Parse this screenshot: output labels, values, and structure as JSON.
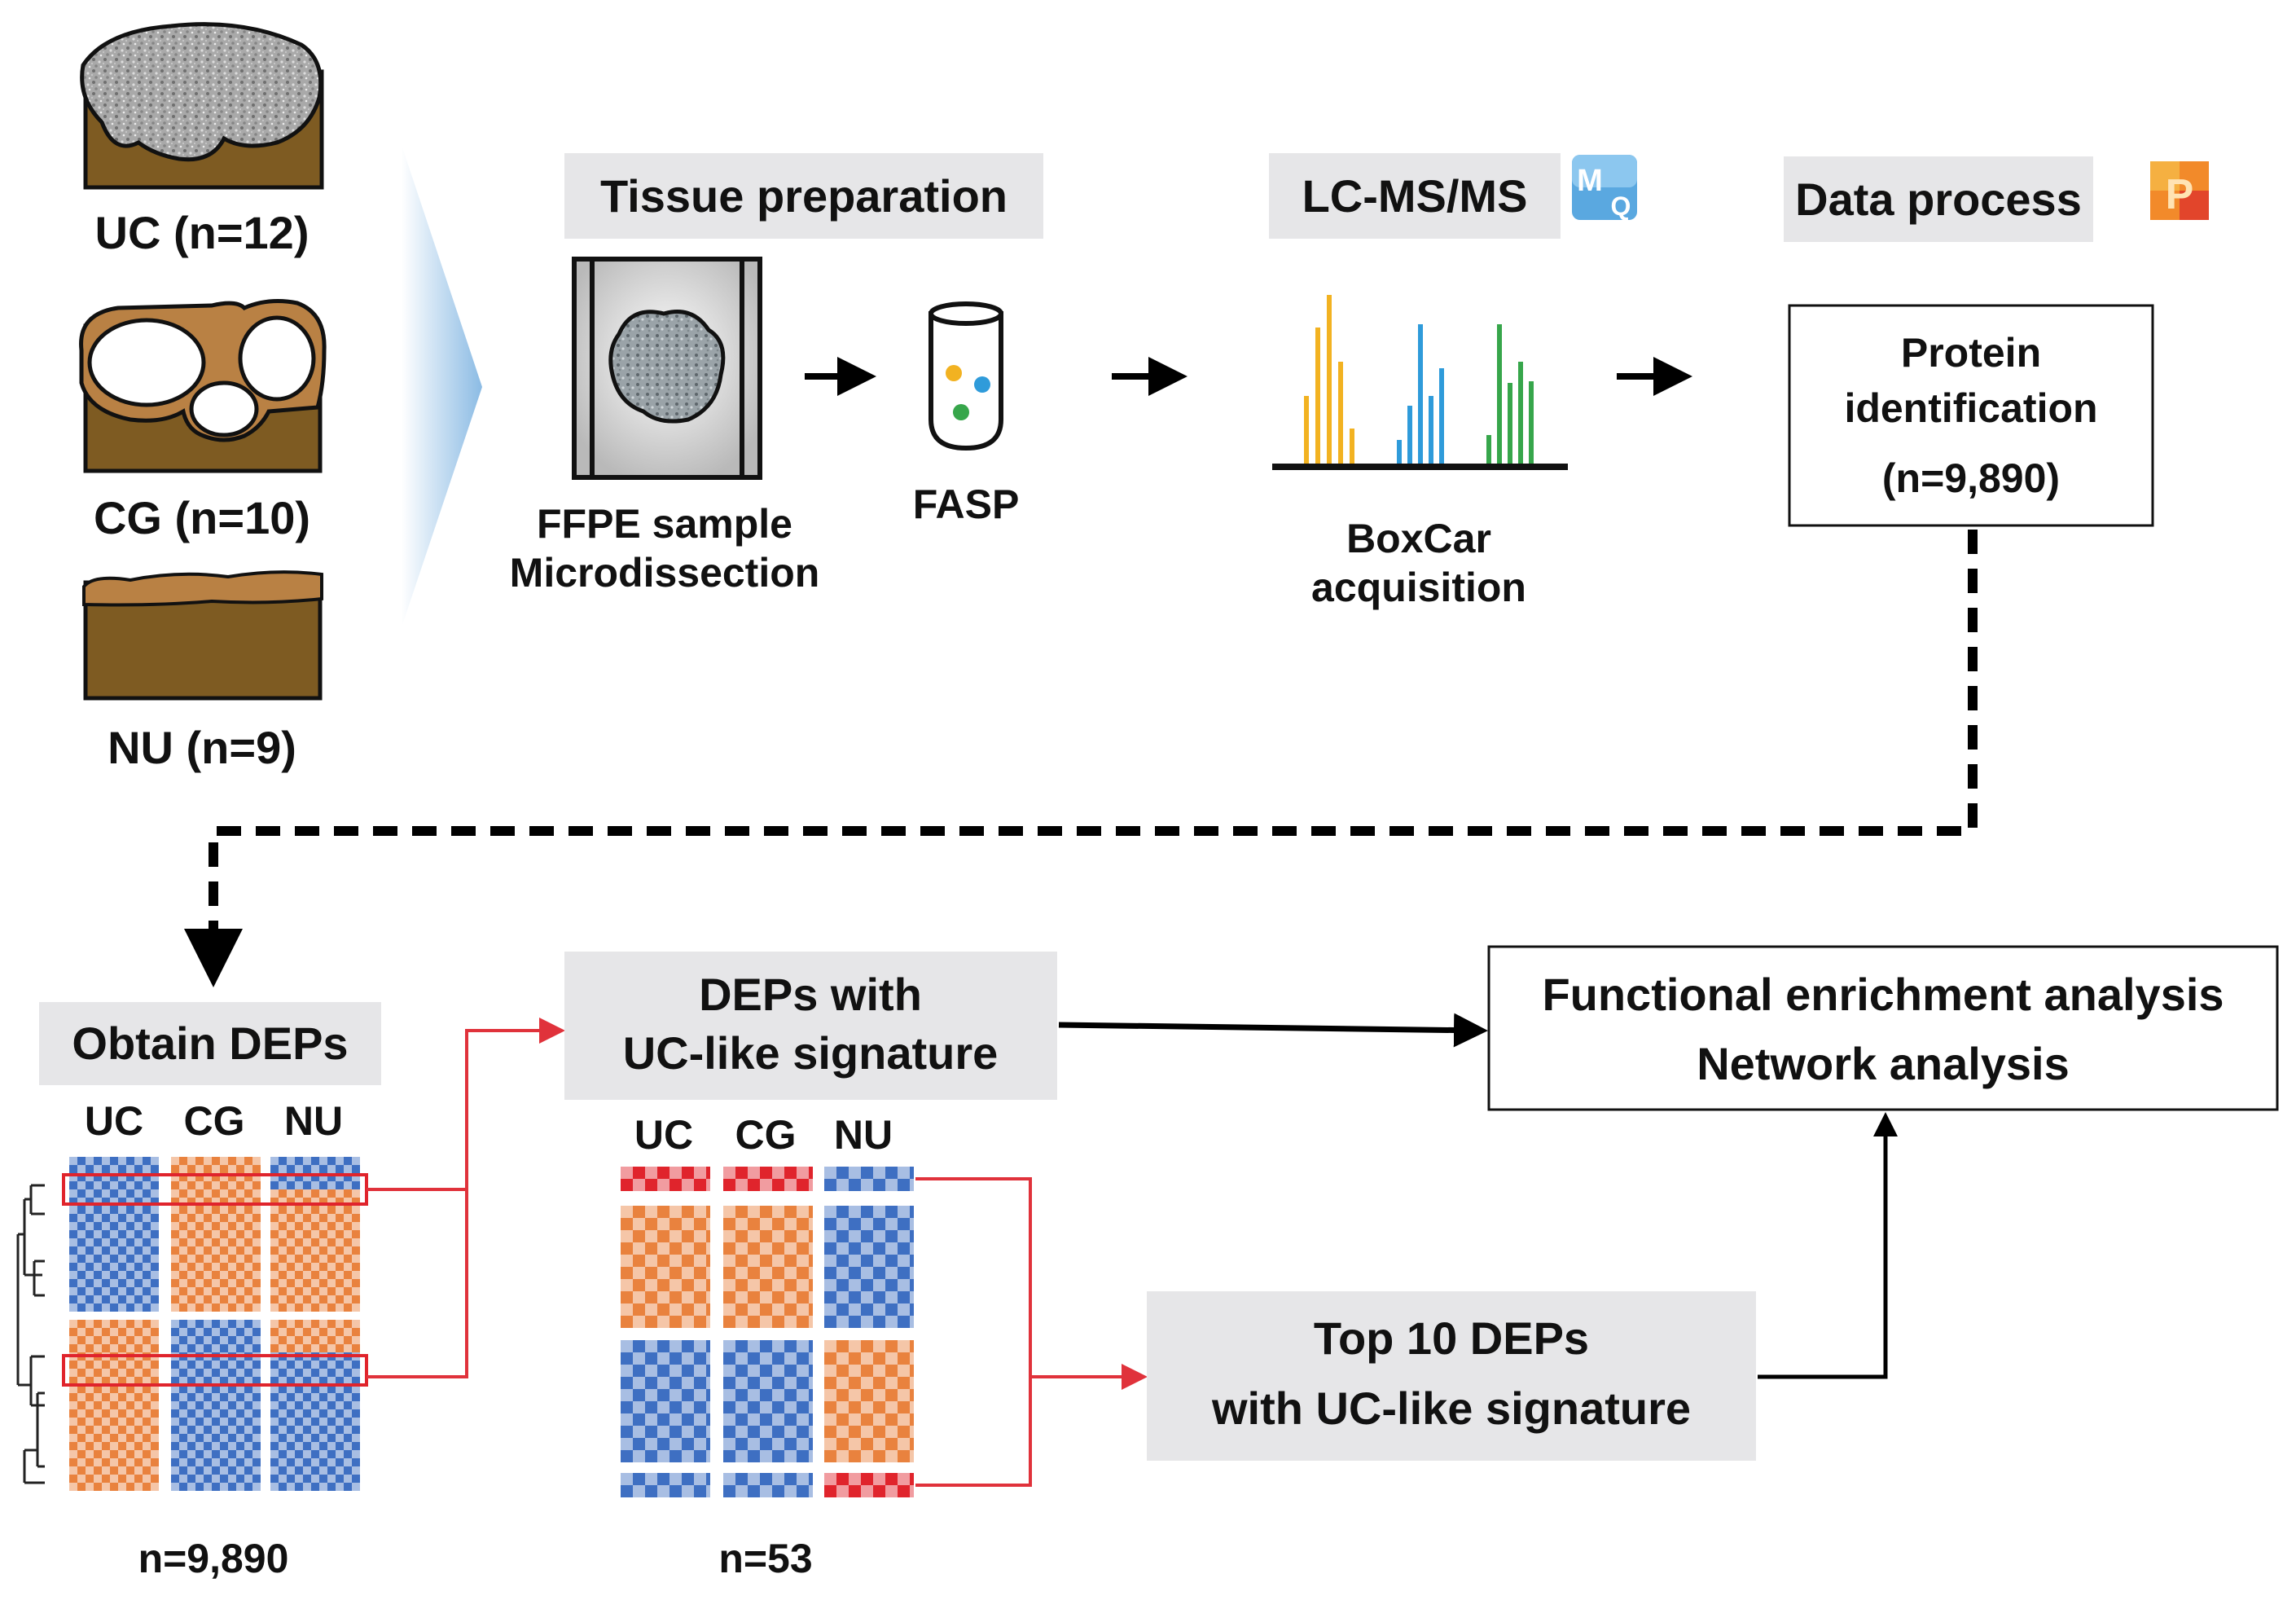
{
  "samples": [
    {
      "label": "UC (n=12)"
    },
    {
      "label": "CG (n=10)"
    },
    {
      "label": "NU (n=9)"
    }
  ],
  "steps": {
    "tissue_prep": {
      "title": "Tissue preparation",
      "ffpe_line1": "FFPE sample",
      "ffpe_line2": "Microdissection",
      "fasp": "FASP"
    },
    "lcms": {
      "title": "LC-MS/MS",
      "caption_line1": "BoxCar",
      "caption_line2": "acquisition",
      "logo_letters": [
        "M",
        "Q"
      ]
    },
    "data_process": {
      "title": "Data process",
      "logo_letter": "P",
      "result_line1": "Protein",
      "result_line2": "identification",
      "result_line3": "(n=9,890)"
    }
  },
  "obtain": {
    "title": "Obtain DEPs",
    "columns": [
      "UC",
      "CG",
      "NU"
    ],
    "count": "n=9,890"
  },
  "uclike": {
    "title_line1": "DEPs with",
    "title_line2": "UC-like signature",
    "columns": [
      "UC",
      "CG",
      "NU"
    ],
    "count": "n=53"
  },
  "top10": {
    "line1": "Top 10 DEPs",
    "line2": "with UC-like signature"
  },
  "functional": {
    "line1": "Functional enrichment analysis",
    "line2": "Network analysis"
  },
  "colors": {
    "orange": "#E9823E",
    "blue": "#3E6FC2",
    "red": "#E0242C",
    "label_bg": "#E6E6E8",
    "tissue_brown": "#7E5B22",
    "tissue_tan": "#B98144",
    "ms_yellow": "#F2B221",
    "ms_blue": "#2F9BDA",
    "ms_green": "#37A64B",
    "arrow_red": "#E0323B"
  }
}
